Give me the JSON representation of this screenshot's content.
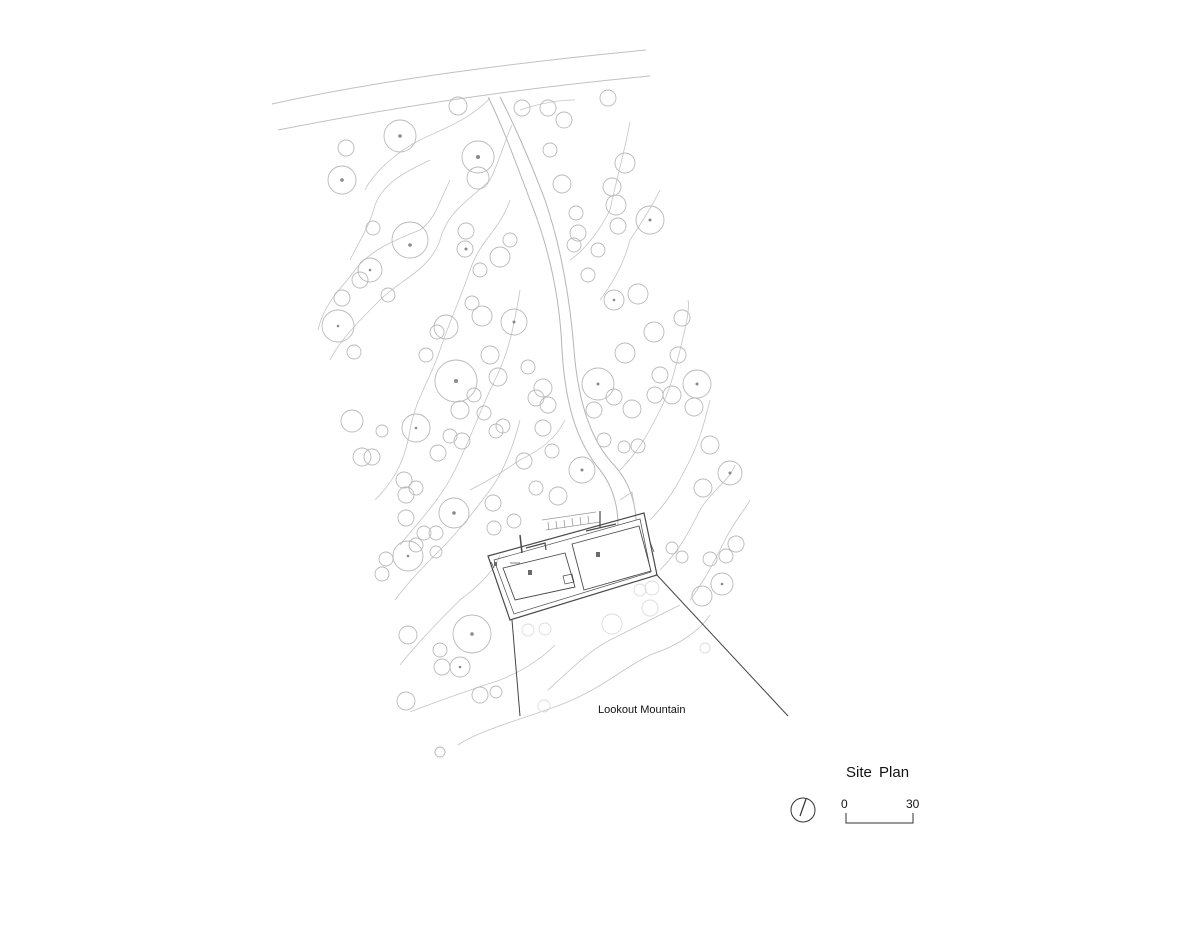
{
  "drawing": {
    "area_label": "Lookout Mountain",
    "title": "Site Plan",
    "scale_bar": {
      "min_label": "0",
      "max_label": "30"
    },
    "icons": [
      "north-arrow-icon"
    ],
    "colors": {
      "line": "#b8b8b8",
      "building": "#4a4a4a",
      "tree_center": "#8a8a8a",
      "text": "#111111"
    }
  }
}
